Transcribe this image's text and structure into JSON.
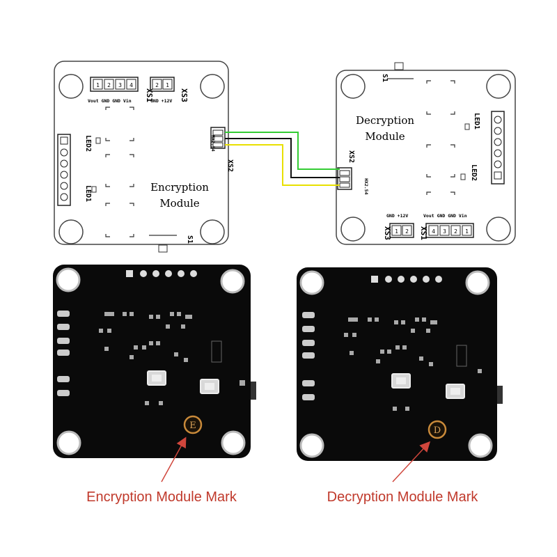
{
  "enc": {
    "title_line1": "Encryption",
    "title_line2": "Module",
    "xs1": "XS1",
    "xs3": "XS3",
    "xs2": "XS2",
    "s1": "S1",
    "led1": "LED1",
    "led2": "LED2",
    "pins_xs1": [
      "1",
      "2",
      "3",
      "4"
    ],
    "pins_xs3": [
      "2",
      "1"
    ],
    "pinlabel_xs1": "Vout GND GND Vin",
    "pinlabel_xs3": "GND +12V",
    "conn_text": "HX2.54"
  },
  "dec": {
    "title_line1": "Decryption",
    "title_line2": "Module",
    "xs1": "XS1",
    "xs3": "XS3",
    "xs2": "XS2",
    "s1": "S1",
    "led1": "LED1",
    "led2": "LED2",
    "pins_xs1": [
      "4",
      "3",
      "2",
      "1"
    ],
    "pins_xs3": [
      "1",
      "2"
    ],
    "pinlabel_xs1": "Vout GND GND Vin",
    "pinlabel_xs3": "GND +12V",
    "conn_text": "HX2.54"
  },
  "marks": {
    "enc_letter": "E",
    "dec_letter": "D",
    "enc_caption": "Encryption Module Mark",
    "dec_caption": "Decryption Module Mark"
  },
  "colors": {
    "caption": "#c0392b",
    "arrow": "#d0463c",
    "wire_green": "#33cc33",
    "wire_black": "#111111",
    "wire_yellow": "#e8e000",
    "board_dark": "#0a0a0a",
    "mark_gold": "#c98a3a"
  }
}
